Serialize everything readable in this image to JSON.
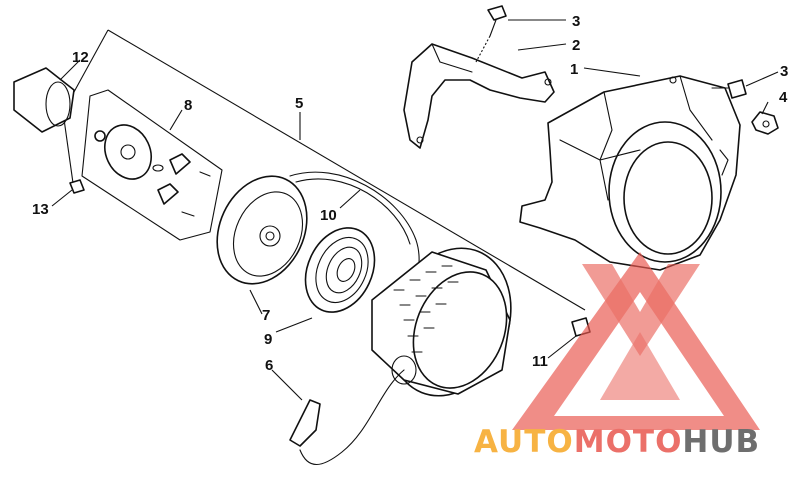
{
  "diagram": {
    "callouts": {
      "c1": "1",
      "c2": "2",
      "c3a": "3",
      "c3b": "3",
      "c4": "4",
      "c5": "5",
      "c6": "6",
      "c7": "7",
      "c8": "8",
      "c9": "9",
      "c10": "10",
      "c11": "11",
      "c12": "12",
      "c13": "13"
    }
  },
  "watermark": {
    "part1": "AUTO",
    "part2": "MOTO",
    "part3": "HUB",
    "colors": {
      "red": "#e8584f",
      "orange": "#f6a623",
      "gray": "#555555"
    }
  }
}
